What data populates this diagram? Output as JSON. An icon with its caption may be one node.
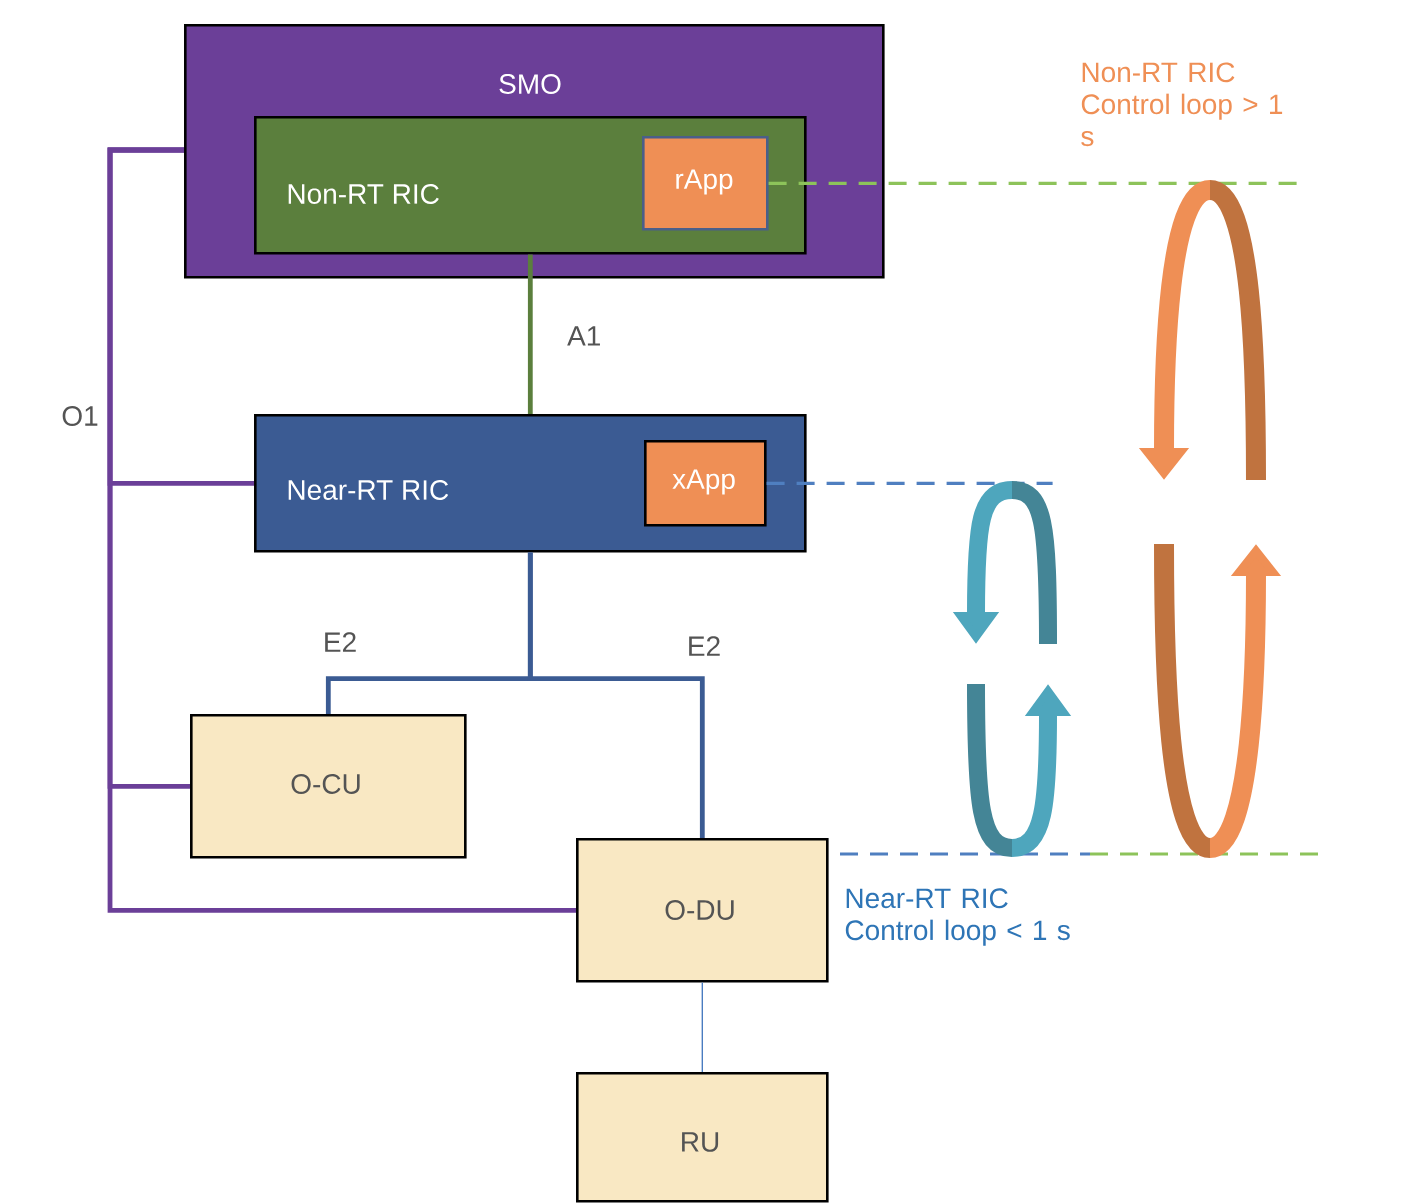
{
  "diagram": {
    "nodes": [
      {
        "text": [
          "SMO"
        ]
      },
      {
        "text": [
          "Non-RT RIC"
        ],
        "in": 0
      },
      {
        "text": [
          "rApp"
        ],
        "in": 1
      },
      {
        "text": [
          "Near-RT RIC"
        ]
      },
      {
        "text": [
          "xApp"
        ],
        "in": 3
      },
      {
        "text": [
          "O-CU"
        ]
      },
      {
        "text": [
          "O-DU"
        ]
      },
      {
        "text": [
          "RU"
        ]
      }
    ],
    "edges": [
      {
        "from": 1,
        "to": 3,
        "arrow": "none",
        "label": "A1",
        "color": "#5b7f3d"
      },
      {
        "from": 3,
        "to": 5,
        "arrow": "none",
        "label": "E2",
        "color": "#3b5b93"
      },
      {
        "from": 3,
        "to": 6,
        "arrow": "none",
        "label": "E2",
        "color": "#3b5b93"
      },
      {
        "from": 0,
        "to": 3,
        "arrow": "none",
        "label": "O1",
        "color": "#6b3f98"
      },
      {
        "from": 0,
        "to": 5,
        "arrow": "none",
        "color": "#6b3f98"
      },
      {
        "from": 0,
        "to": 6,
        "arrow": "none",
        "color": "#6b3f98"
      },
      {
        "from": 6,
        "to": 7,
        "arrow": "none",
        "color": "#4a7cc0"
      },
      {
        "from": 2,
        "to": null,
        "arrow": "none",
        "style": "dashed",
        "color": "#8dc35a"
      },
      {
        "from": 4,
        "to": null,
        "arrow": "none",
        "style": "dashed",
        "color": "#4f7fc0"
      }
    ],
    "labels": [
      "Non-RT RIC Control loop > 1 s",
      "Near-RT RIC Control loop < 1 s"
    ]
  }
}
